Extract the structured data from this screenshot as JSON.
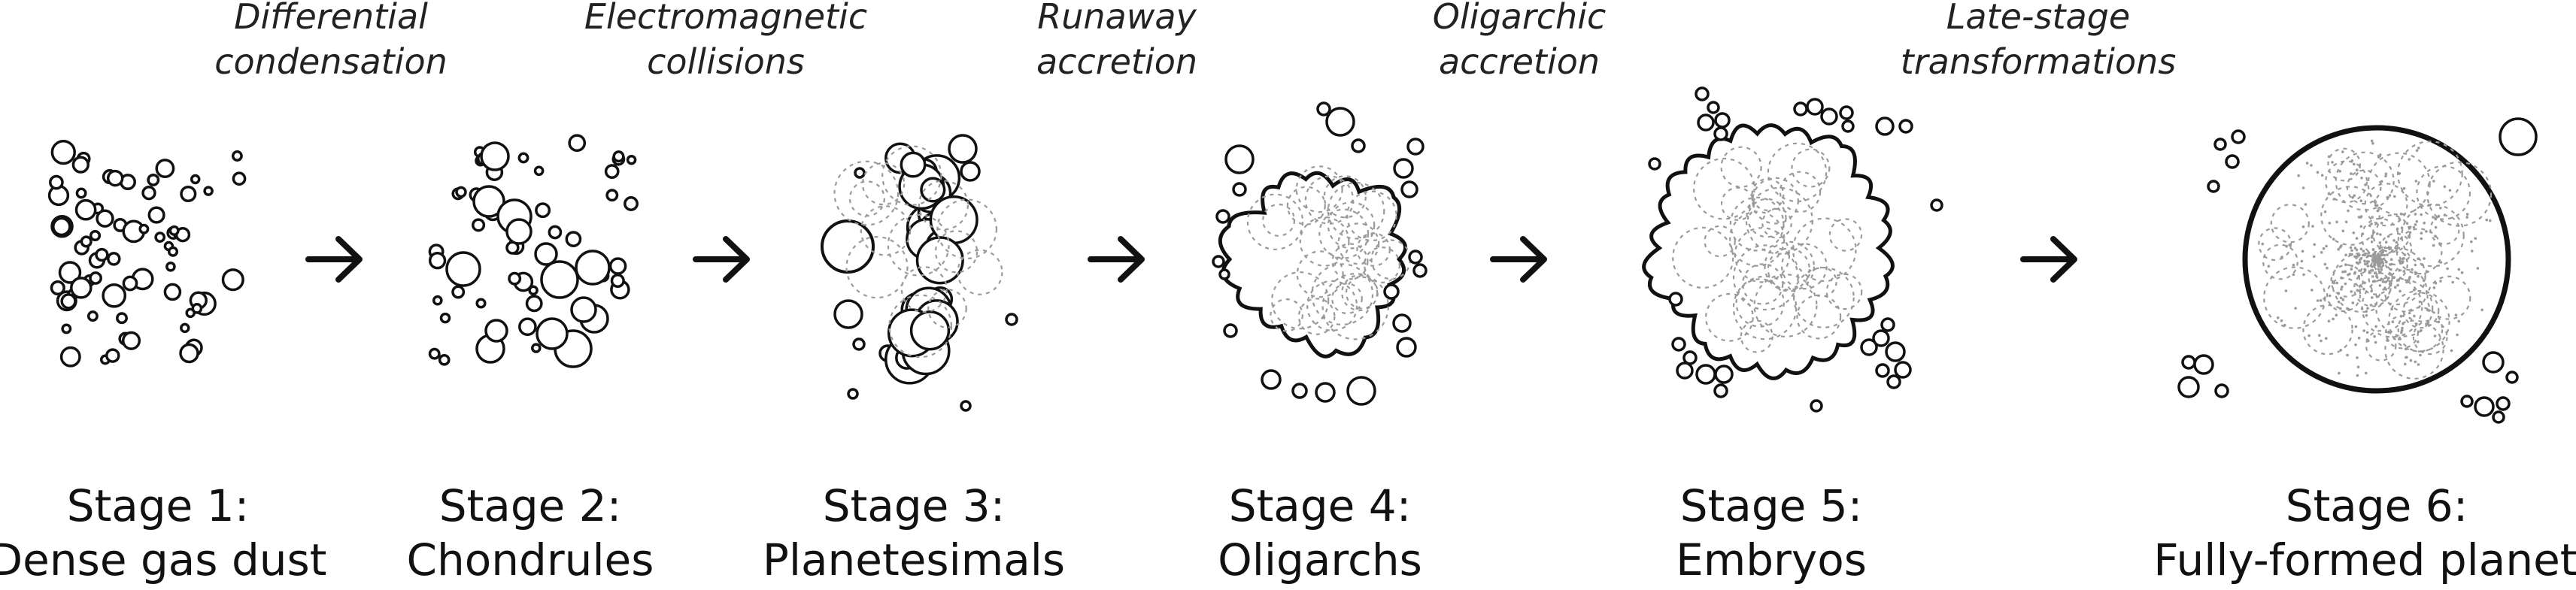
{
  "processes": [
    {
      "line1": "Differential",
      "line2": "condensation"
    },
    {
      "line1": "Electromagnetic",
      "line2": "collisions"
    },
    {
      "line1": "Runaway",
      "line2": "accretion"
    },
    {
      "line1": "Oligarchic",
      "line2": "accretion"
    },
    {
      "line1": "Late-stage",
      "line2": "transformations"
    }
  ],
  "stages": [
    {
      "line1": "Stage 1:",
      "line2": "Dense gas dust"
    },
    {
      "line1": "Stage 2:",
      "line2": "Chondrules"
    },
    {
      "line1": "Stage 3:",
      "line2": "Planetesimals"
    },
    {
      "line1": "Stage 4:",
      "line2": "Oligarchs"
    },
    {
      "line1": "Stage 5:",
      "line2": "Embryos"
    },
    {
      "line1": "Stage 6:",
      "line2": "Fully-formed planets"
    }
  ],
  "colors": {
    "ink": "#111111",
    "dash": "#9a9a9a",
    "background": "#ffffff"
  },
  "icons": {
    "arrow": "right-arrow-icon"
  }
}
